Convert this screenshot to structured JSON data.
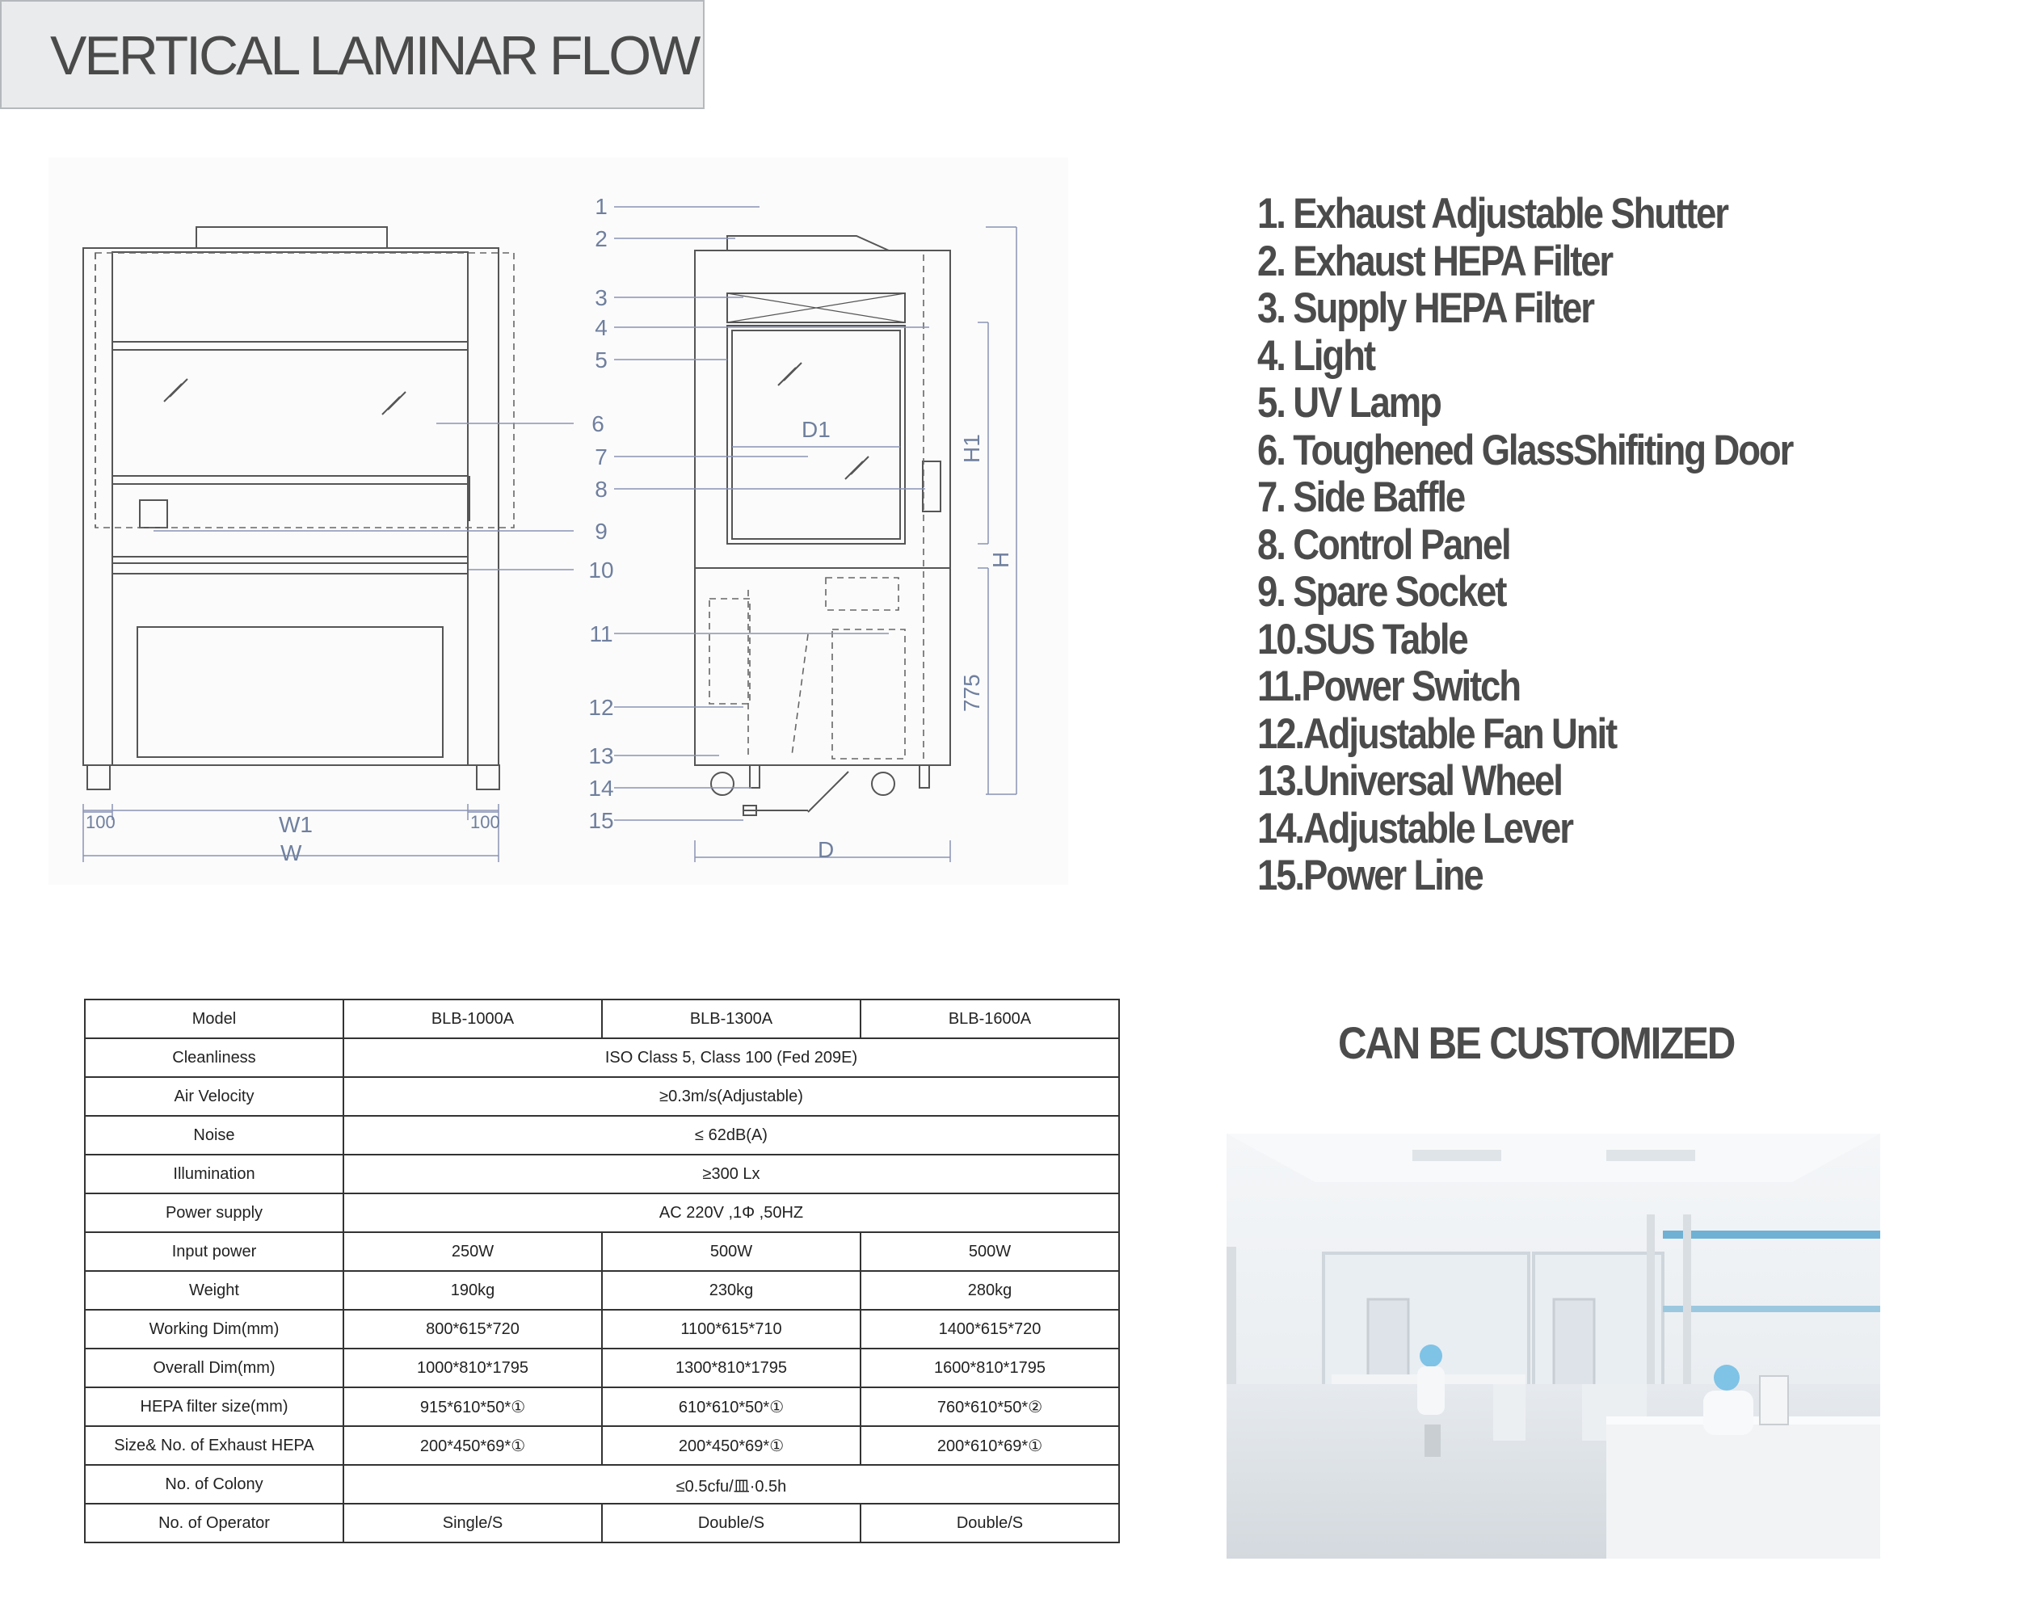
{
  "header": {
    "title": "VERTICAL LAMINAR FLOW"
  },
  "drawing": {
    "callouts": [
      "1",
      "2",
      "3",
      "4",
      "5",
      "6",
      "7",
      "8",
      "9",
      "10",
      "11",
      "12",
      "13",
      "14",
      "15"
    ],
    "dimensions": {
      "w1": "W1",
      "w": "W",
      "left_margin": "100",
      "right_margin": "100",
      "d": "D",
      "d1": "D1",
      "h1": "H1",
      "h": "H",
      "table_height": "775"
    }
  },
  "legend": {
    "items": [
      "1. Exhaust Adjustable Shutter",
      "2. Exhaust HEPA Filter",
      "3. Supply HEPA Filter",
      "4. Light",
      "5. UV Lamp",
      "6. Toughened GlassShifiting Door",
      "7. Side Baffle",
      "8. Control Panel",
      "9. Spare Socket",
      "10.SUS Table",
      "11.Power Switch",
      "12.Adjustable Fan Unit",
      "13.Universal Wheel",
      "14.Adjustable Lever",
      "15.Power Line"
    ]
  },
  "customized": {
    "text": "CAN BE CUSTOMIZED"
  },
  "specs": {
    "header": [
      "Model",
      "BLB-1000A",
      "BLB-1300A",
      "BLB-1600A"
    ],
    "rows": [
      {
        "label": "Cleanliness",
        "merged": "ISO Class 5, Class 100 (Fed 209E)"
      },
      {
        "label": "Air Velocity",
        "merged": "≥0.3m/s(Adjustable)"
      },
      {
        "label": "Noise",
        "merged": "≤ 62dB(A)"
      },
      {
        "label": "Illumination",
        "merged": "≥300 Lx"
      },
      {
        "label": "Power supply",
        "merged": "AC 220V ,1Φ ,50HZ"
      },
      {
        "label": "Input power",
        "values": [
          "250W",
          "500W",
          "500W"
        ]
      },
      {
        "label": "Weight",
        "values": [
          "190kg",
          "230kg",
          "280kg"
        ]
      },
      {
        "label": "Working Dim(mm)",
        "values": [
          "800*615*720",
          "1100*615*710",
          "1400*615*720"
        ]
      },
      {
        "label": "Overall Dim(mm)",
        "values": [
          "1000*810*1795",
          "1300*810*1795",
          "1600*810*1795"
        ]
      },
      {
        "label": "HEPA filter size(mm)",
        "values": [
          "915*610*50*①",
          "610*610*50*①",
          "760*610*50*②"
        ]
      },
      {
        "label": "Size& No. of Exhaust HEPA",
        "values": [
          "200*450*69*①",
          "200*450*69*①",
          "200*610*69*①"
        ]
      },
      {
        "label": "No. of Colony",
        "merged": "≤0.5cfu/皿·0.5h"
      },
      {
        "label": "No. of Operator",
        "values": [
          "Single/S",
          "Double/S",
          "Double/S"
        ]
      }
    ]
  },
  "colors": {
    "line": "#555555",
    "callout": "#6f7f9e",
    "title_bg": "#e9ebec"
  }
}
